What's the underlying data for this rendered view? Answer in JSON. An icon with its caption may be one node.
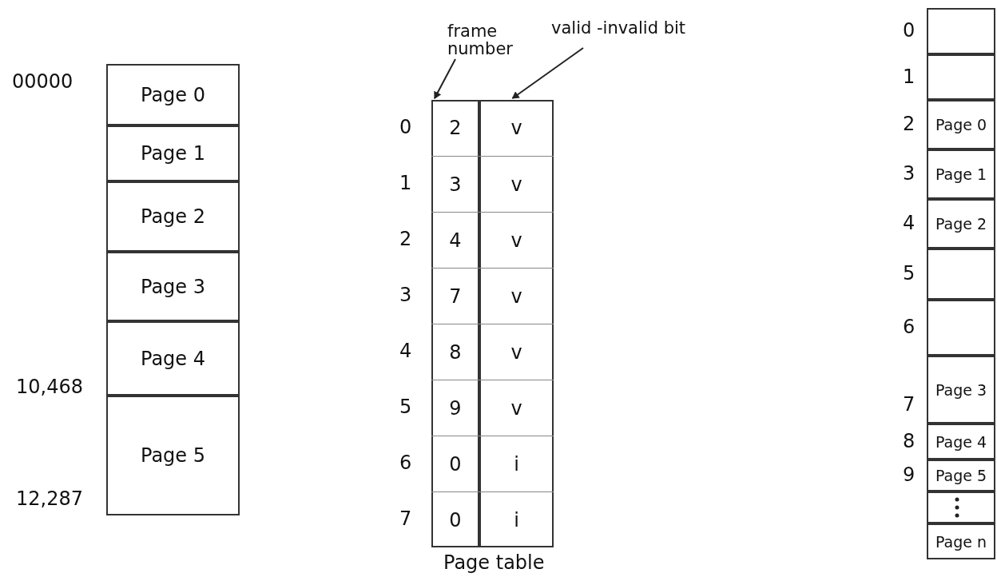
{
  "diagram": {
    "nodes": [
      {
        "text": [
          "frame number"
        ]
      },
      {
        "text": [
          "valid -invalid bit"
        ]
      },
      {
        "text": [
          "Page 0"
        ]
      },
      {
        "text": [
          "Page 1"
        ]
      },
      {
        "text": [
          "Page 2"
        ]
      },
      {
        "text": [
          "Page 3"
        ]
      },
      {
        "text": [
          "Page 4"
        ]
      },
      {
        "text": [
          "Page 5"
        ]
      },
      {
        "text": [],
        "shape": "box"
      },
      {
        "text": [],
        "shape": "box"
      },
      {
        "text": [
          "Page 0"
        ]
      },
      {
        "text": [
          "Page 1"
        ]
      },
      {
        "text": [
          "Page 2"
        ]
      },
      {
        "text": [],
        "shape": "box"
      },
      {
        "text": [],
        "shape": "box"
      },
      {
        "text": [
          "Page 3"
        ]
      },
      {
        "text": [
          "Page 4"
        ]
      },
      {
        "text": [
          "Page 5"
        ]
      },
      {
        "text": [],
        "shape": "box"
      },
      {
        "text": [
          "Page n"
        ]
      },
      {
        "text": [],
        "shape": "box"
      },
      {
        "text": [],
        "shape": "box"
      }
    ],
    "edges": [
      {
        "from": 0,
        "to": 20,
        "arrow": "to"
      },
      {
        "from": 1,
        "to": 21,
        "arrow": "to"
      }
    ],
    "labels": [
      "00000",
      "10,468",
      "12,287",
      "0",
      "2",
      "v",
      "1",
      "3",
      "v",
      "2",
      "4",
      "v",
      "3",
      "7",
      "v",
      "4",
      "8",
      "v",
      "5",
      "9",
      "v",
      "6",
      "0",
      "i",
      "7",
      "0",
      "i",
      "Page table",
      "0",
      "1",
      "2",
      "3",
      "4",
      "5",
      "6",
      "7",
      "8",
      "9"
    ]
  }
}
